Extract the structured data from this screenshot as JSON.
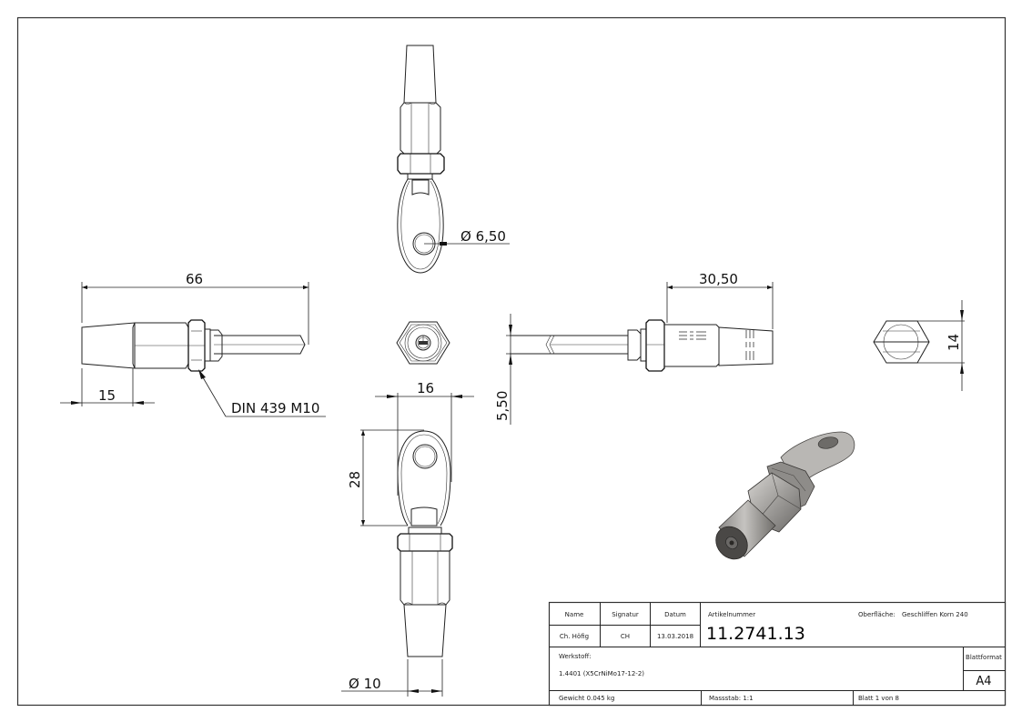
{
  "drawing": {
    "dimensions": {
      "overall_length": "66",
      "taper_length": "15",
      "nut_callout": "DIN 439 M10",
      "eye_hole_diameter": "Ø 6,50",
      "sleeve_length": "30,50",
      "shank_thickness": "5,50",
      "eye_width": "16",
      "eye_length": "28",
      "end_diameter": "Ø 10",
      "hex_across_flats": "14"
    },
    "diameter_symbol": "Ø",
    "views": [
      "top-view",
      "front-view",
      "end-view",
      "right-view",
      "side-view",
      "bottom-view",
      "isometric-render"
    ]
  },
  "title_block": {
    "headers": {
      "name": "Name",
      "signatur": "Signatur",
      "datum": "Datum",
      "artikelnummer": "Artikelnummer"
    },
    "values": {
      "name": "Ch. Höfig",
      "signatur": "CH",
      "datum": "13.03.2018"
    },
    "artikelnummer": "11.2741.13",
    "oberflaeche_label": "Oberfläche:",
    "oberflaeche_value": "Geschliffen Korn 240",
    "werkstoff_label": "Werkstoff:",
    "werkstoff_value": "1.4401 (X5CrNiMo17-12-2)",
    "blattformat_label": "Blattformat",
    "blattformat_value": "A4",
    "gewicht": "Gewicht 0.045 kg",
    "massstab": "Massstab: 1:1",
    "blatt": "Blatt 1 von 8"
  },
  "colors": {
    "line": "#222222",
    "frame": "#333333",
    "render_body": "#9a9896",
    "render_dark": "#5e5c5a",
    "render_light": "#c9c7c4"
  }
}
